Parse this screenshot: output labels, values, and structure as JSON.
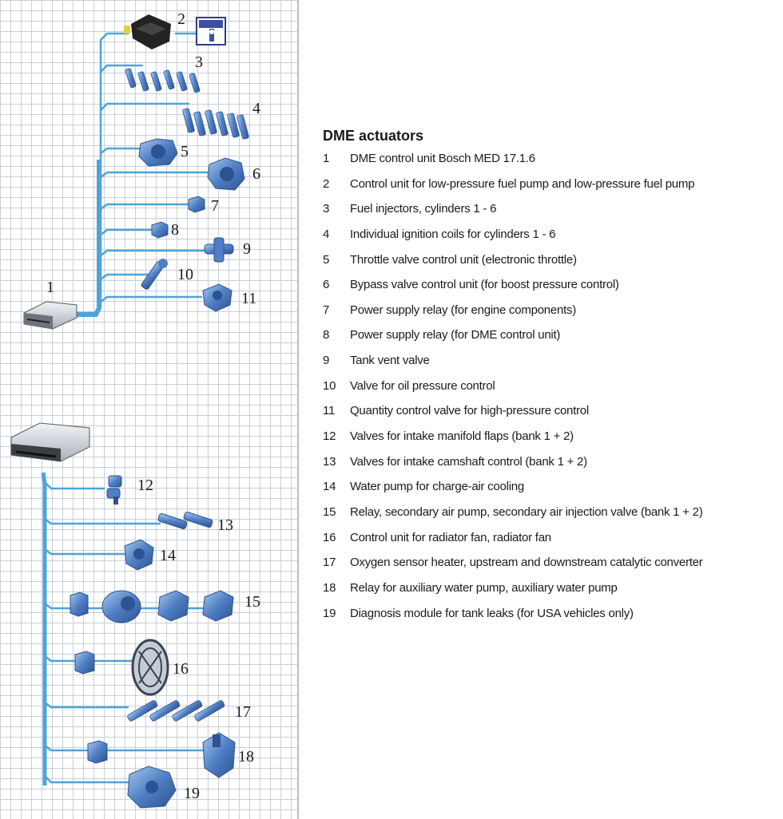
{
  "colors": {
    "harness": "#4fa3d8",
    "component_light": "#8fb6e3",
    "component_mid": "#4f7fc4",
    "component_dark": "#2d5391",
    "ecu": "#d9dde2",
    "grid": "#c9ced4"
  },
  "legend": {
    "title": "DME actuators",
    "items": [
      {
        "num": "1",
        "text": "DME control unit Bosch MED 17.1.6"
      },
      {
        "num": "2",
        "text": "Control unit for low-pressure fuel pump and low-pressure fuel pump"
      },
      {
        "num": "3",
        "text": "Fuel injectors, cylinders 1 - 6"
      },
      {
        "num": "4",
        "text": "Individual ignition coils for cylinders 1 - 6"
      },
      {
        "num": "5",
        "text": "Throttle valve control unit (electronic throttle)"
      },
      {
        "num": "6",
        "text": "Bypass valve control unit (for boost pressure control)"
      },
      {
        "num": "7",
        "text": "Power supply relay (for engine components)"
      },
      {
        "num": "8",
        "text": "Power supply relay (for DME control unit)"
      },
      {
        "num": "9",
        "text": "Tank vent valve"
      },
      {
        "num": "10",
        "text": "Valve for oil pressure control"
      },
      {
        "num": "11",
        "text": "Quantity control valve for high-pressure control"
      },
      {
        "num": "12",
        "text": "Valves for intake manifold flaps (bank 1 + 2)"
      },
      {
        "num": "13",
        "text": "Valves for intake camshaft control (bank 1 + 2)"
      },
      {
        "num": "14",
        "text": "Water pump for charge-air cooling"
      },
      {
        "num": "15",
        "text": "Relay, secondary air pump, secondary air injection valve (bank 1 + 2)"
      },
      {
        "num": "16",
        "text": "Control unit for radiator fan, radiator fan"
      },
      {
        "num": "17",
        "text": "Oxygen sensor heater, upstream and downstream catalytic converter"
      },
      {
        "num": "18",
        "text": "Relay for auxiliary water pump, auxiliary water pump"
      },
      {
        "num": "19",
        "text": "Diagnosis module for tank leaks (for USA vehicles only)"
      }
    ]
  },
  "diagram": {
    "labels": [
      "1",
      "2",
      "3",
      "4",
      "5",
      "6",
      "7",
      "8",
      "9",
      "10",
      "11",
      "12",
      "13",
      "14",
      "15",
      "16",
      "17",
      "18",
      "19"
    ]
  }
}
